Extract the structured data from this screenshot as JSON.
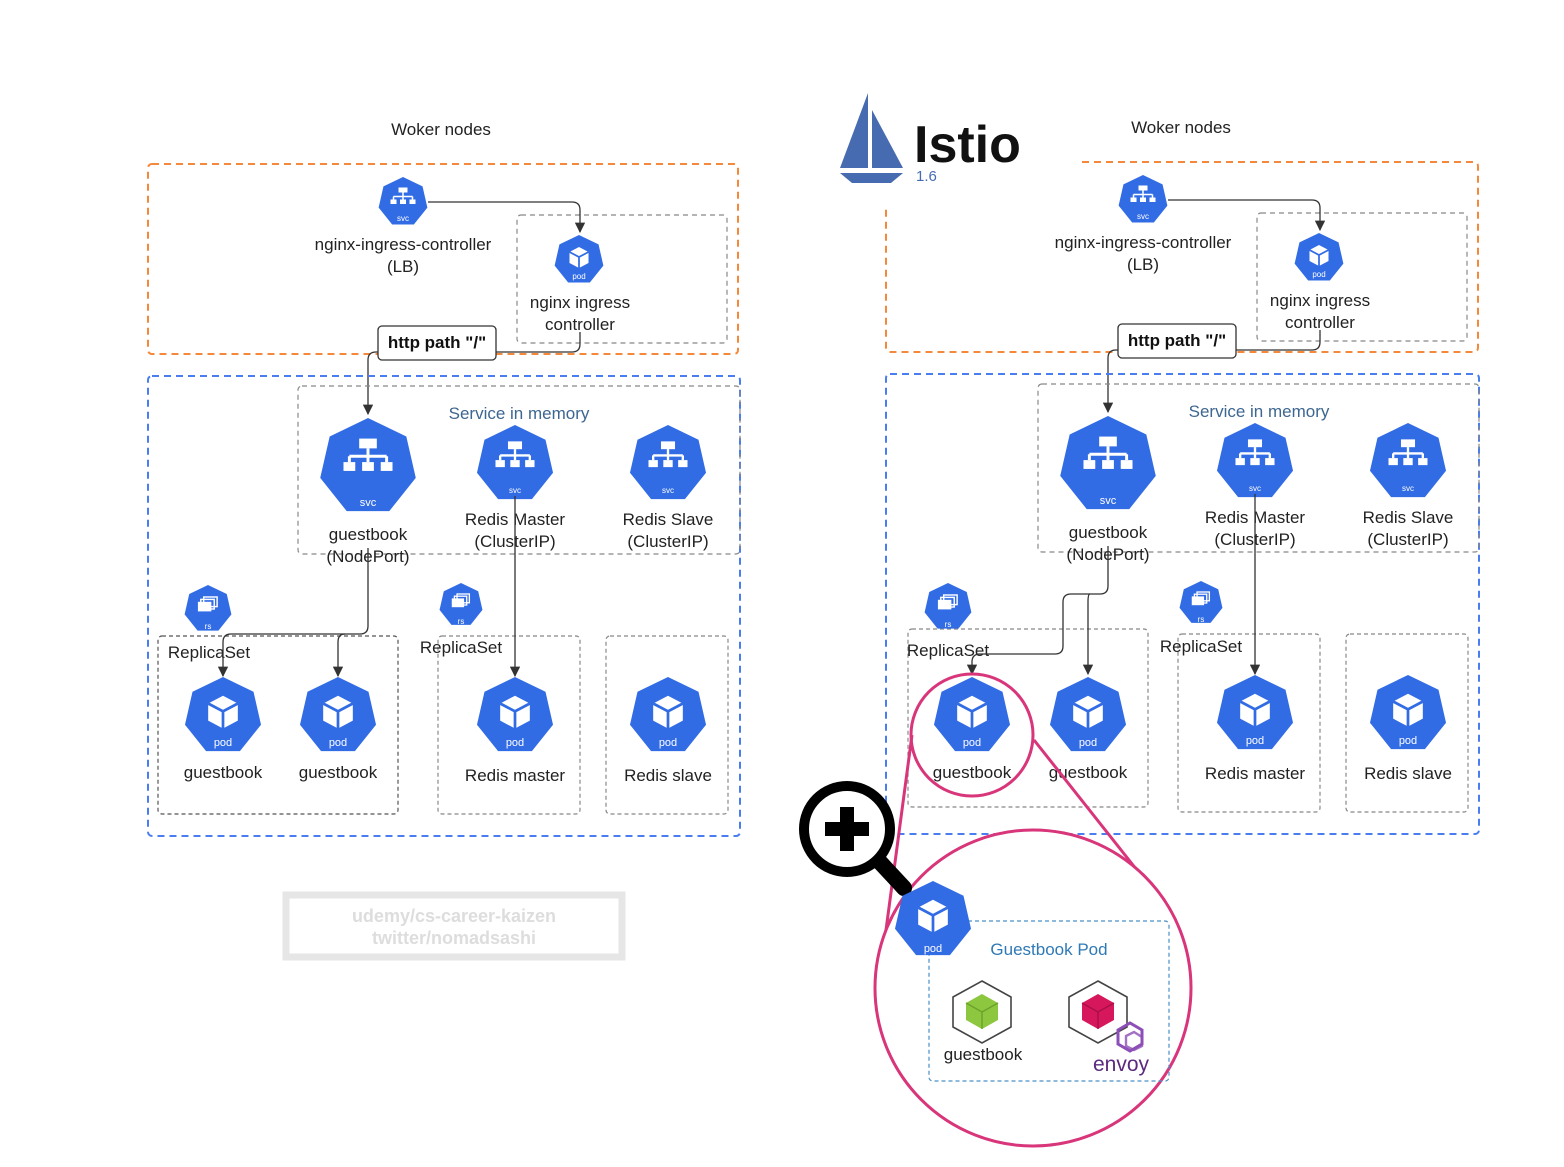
{
  "diagram": {
    "left": {
      "worker_nodes_title": "Woker nodes",
      "lb_svc_icon": "svc",
      "lb_label_1": "nginx-ingress-controller",
      "lb_label_2": "(LB)",
      "ingress_pod_icon": "pod",
      "ingress_label_1": "nginx ingress",
      "ingress_label_2": "controller",
      "http_path": "http path \"/\"",
      "service_in_memory": "Service in memory",
      "guestbook_svc_icon": "svc",
      "guestbook_svc_1": "guestbook",
      "guestbook_svc_2": "(NodePort)",
      "redis_master_svc_icon": "svc",
      "redis_master_svc_1": "Redis Master",
      "redis_master_svc_2": "(ClusterIP)",
      "redis_slave_svc_icon": "svc",
      "redis_slave_svc_2": "(ClusterIP)",
      "redis_slave_svc_1": "Redis Slave",
      "rs_icon": "rs",
      "replicaset_1": "ReplicaSet",
      "replicaset_2": "ReplicaSet",
      "pod_icon": "pod",
      "pod_guestbook_1": "guestbook",
      "pod_guestbook_2": "guestbook",
      "pod_redis_master": "Redis master",
      "pod_redis_slave": "Redis slave"
    },
    "right": {
      "worker_nodes_title": "Woker nodes",
      "lb_svc_icon": "svc",
      "lb_label_1": "nginx-ingress-controller",
      "lb_label_2": "(LB)",
      "ingress_pod_icon": "pod",
      "ingress_label_1": "nginx ingress",
      "ingress_label_2": "controller",
      "http_path": "http path \"/\"",
      "service_in_memory": "Service in memory",
      "guestbook_svc_icon": "svc",
      "guestbook_svc_1": "guestbook",
      "guestbook_svc_2": "(NodePort)",
      "redis_master_svc_icon": "svc",
      "redis_master_svc_1": "Redis Master",
      "redis_master_svc_2": "(ClusterIP)",
      "redis_slave_svc_icon": "svc",
      "redis_slave_svc_1": "Redis Slave",
      "redis_slave_svc_2": "(ClusterIP)",
      "rs_icon": "rs",
      "replicaset_1": "ReplicaSet",
      "replicaset_2": "ReplicaSet",
      "pod_icon": "pod",
      "pod_guestbook_1": "guestbook",
      "pod_guestbook_2": "guestbook",
      "pod_redis_master": "Redis master",
      "pod_redis_slave": "Redis slave"
    },
    "istio": {
      "name": "Istio",
      "version": "1.6"
    },
    "zoom": {
      "pod_icon": "pod",
      "title": "Guestbook Pod",
      "container_label": "guestbook",
      "sidecar_label": "envoy"
    },
    "watermark": {
      "line_1": "udemy/cs-career-kaizen",
      "line_2": "twitter/nomadsashi"
    }
  },
  "colors": {
    "k8s_blue": "#326ce5",
    "ingress_border": "#f5893b",
    "cluster_border": "#4a7ef0",
    "zoom_magenta": "#d8357a",
    "istio_blue": "#466bb0",
    "envoy_purple": "#8c4fb7",
    "container_green": "#8dc63f",
    "container_red": "#d6175c"
  },
  "icons": [
    "svc-icon",
    "pod-icon",
    "replicaset-icon",
    "istio-sail-icon",
    "magnifier-plus-icon",
    "container-cube-icon",
    "envoy-icon"
  ]
}
